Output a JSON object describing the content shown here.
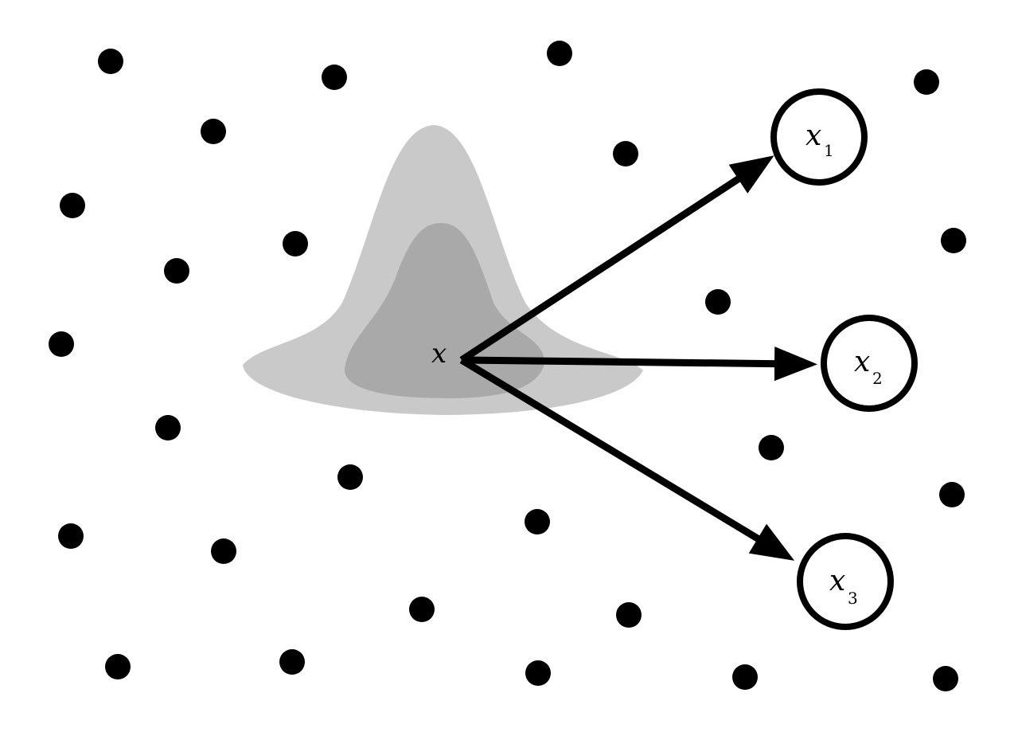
{
  "colors": {
    "outer_density": "#c9c9c9",
    "inner_density": "#a9a9a9",
    "ink": "#000000",
    "background": "#ffffff"
  },
  "center_label": "x",
  "targets": [
    {
      "label": "x",
      "subscript": "1"
    },
    {
      "label": "x",
      "subscript": "2"
    },
    {
      "label": "x",
      "subscript": "3"
    }
  ]
}
